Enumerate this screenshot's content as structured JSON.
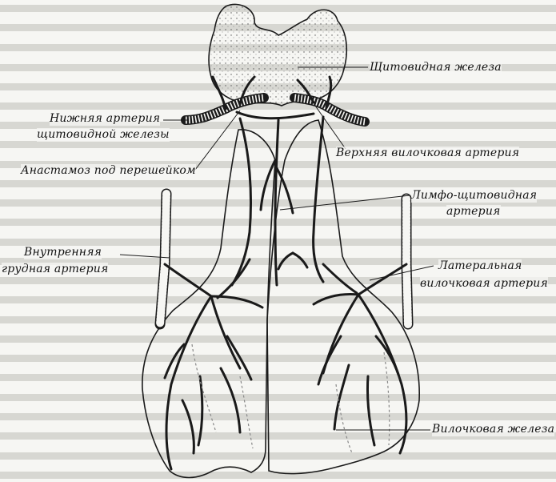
{
  "labels": {
    "thyroid": "Щитовидная железа",
    "inferior_thyroid_1": "Нижняя артерия",
    "inferior_thyroid_2": "щитовидной железы",
    "anastomosis": "Анастамоз под перешейком",
    "superior_thymic": "Верхняя вилочковая артерия",
    "lympho_thyroid_1": "Лимфо-щитовидная",
    "lympho_thyroid_2": "артерия",
    "internal_thoracic_1": "Внутренняя",
    "internal_thoracic_2": "грудная артерия",
    "lateral_thymic_1": "Латеральная",
    "lateral_thymic_2": "вилочковая артерия",
    "thymus": "Вилочковая железа"
  }
}
